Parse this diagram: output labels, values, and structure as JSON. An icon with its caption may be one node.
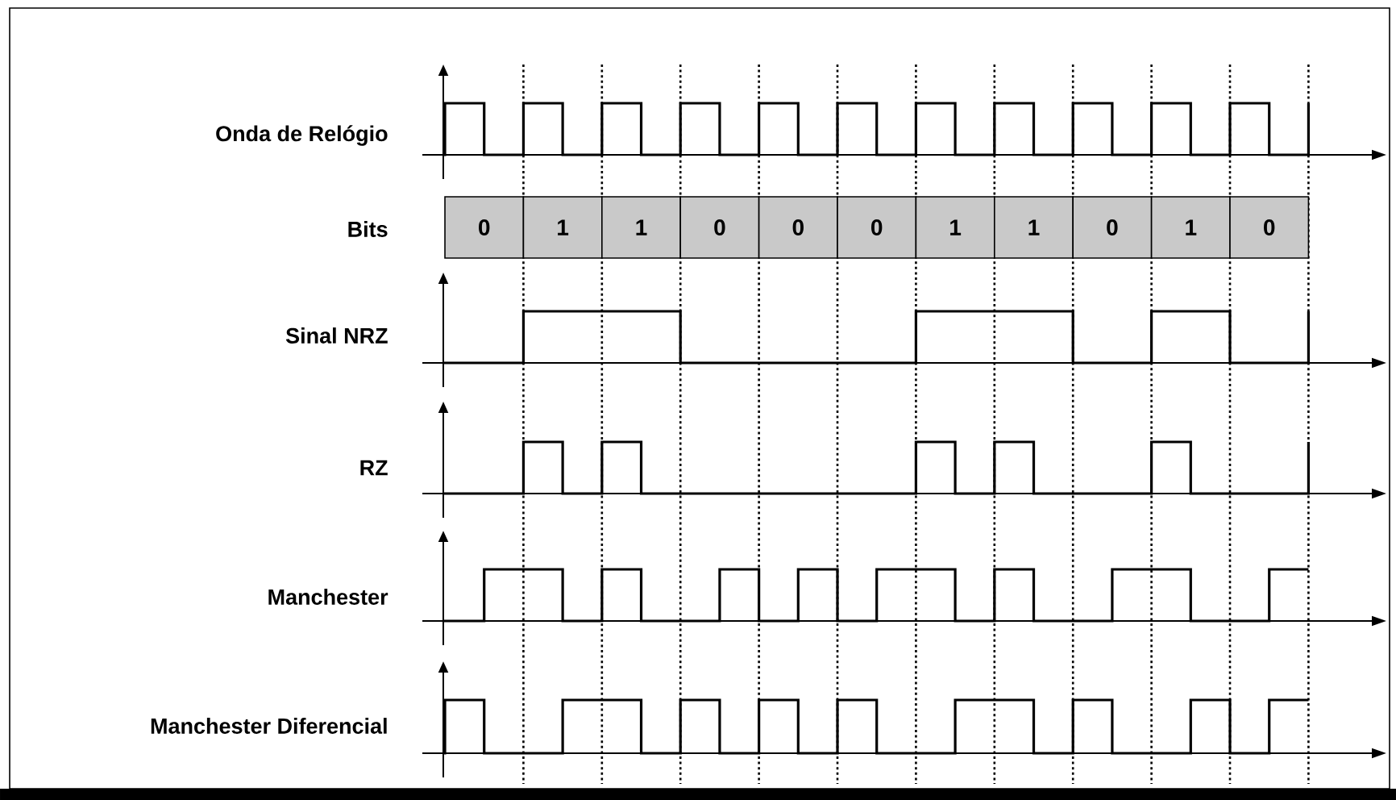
{
  "diagram": {
    "nodes": [
      {
        "text": [
          "0"
        ]
      },
      {
        "text": [
          "1"
        ]
      },
      {
        "text": [
          "1"
        ]
      },
      {
        "text": [
          "0"
        ]
      },
      {
        "text": [
          "0"
        ]
      },
      {
        "text": [
          "0"
        ]
      },
      {
        "text": [
          "1"
        ]
      },
      {
        "text": [
          "1"
        ]
      },
      {
        "text": [
          "0"
        ]
      },
      {
        "text": [
          "1"
        ]
      },
      {
        "text": [
          "0"
        ]
      }
    ],
    "labels": [
      "Onda de Relógio",
      "Bits",
      "Sinal NRZ",
      "RZ",
      "Manchester",
      "Manchester Diferencial"
    ]
  }
}
